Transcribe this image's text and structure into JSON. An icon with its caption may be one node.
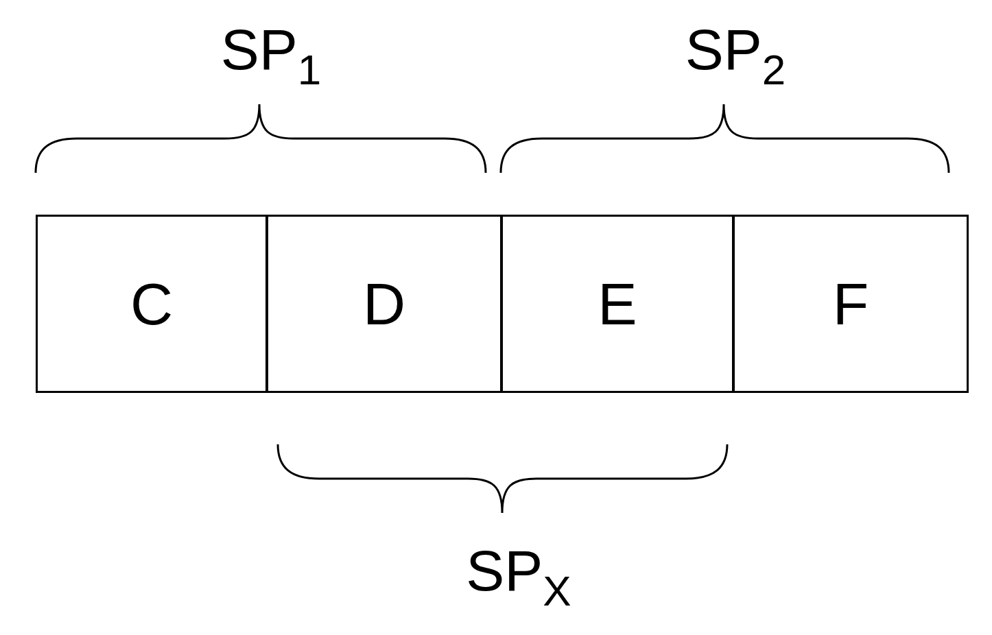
{
  "diagram": {
    "nodes": [
      {
        "text": [
          "C"
        ]
      },
      {
        "text": [
          "D"
        ]
      },
      {
        "text": [
          "E"
        ]
      },
      {
        "text": [
          "F"
        ]
      }
    ],
    "labels": [
      "SP$_{1}$",
      "SP$_{2}$",
      "SP$_{X}$"
    ]
  }
}
